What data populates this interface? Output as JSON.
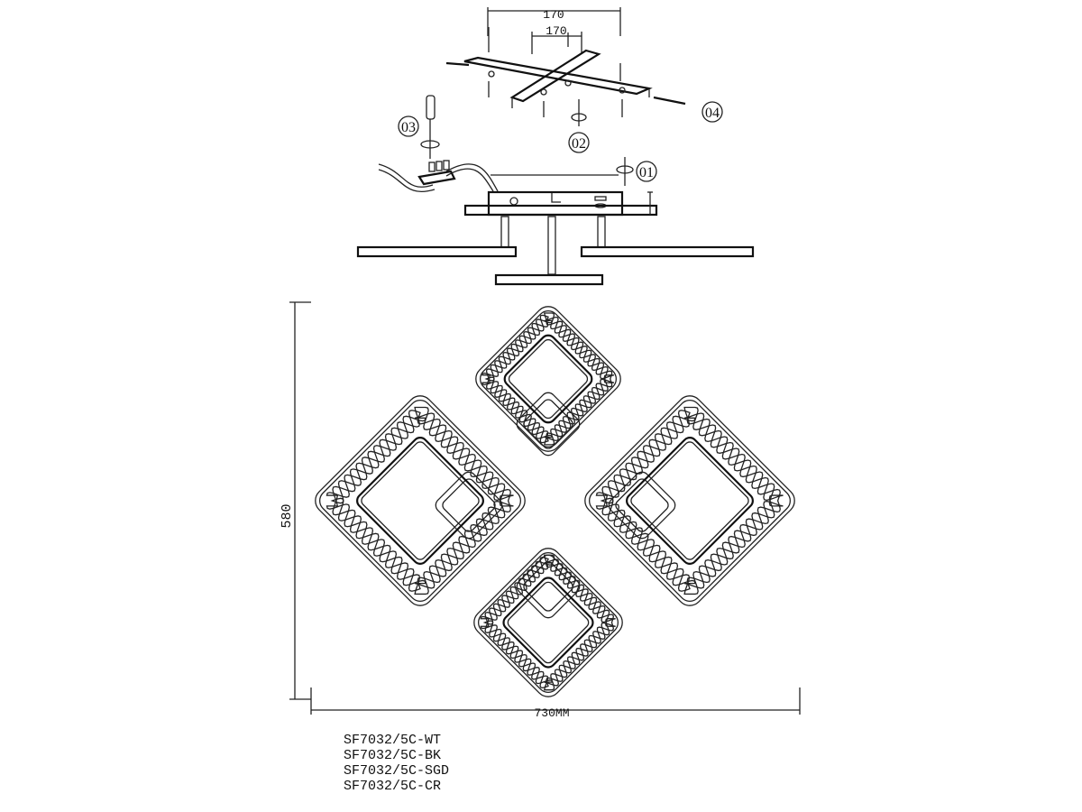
{
  "title_block": {
    "models": [
      "SF7032/5C-WT",
      "SF7032/5C-BK",
      "SF7032/5C-SGD",
      "SF7032/5C-CR"
    ]
  },
  "dimensions": {
    "bracket_outer": "170",
    "bracket_inner": "170",
    "height": "580",
    "width": "730MM"
  },
  "steps": [
    "01",
    "02",
    "03",
    "04"
  ]
}
